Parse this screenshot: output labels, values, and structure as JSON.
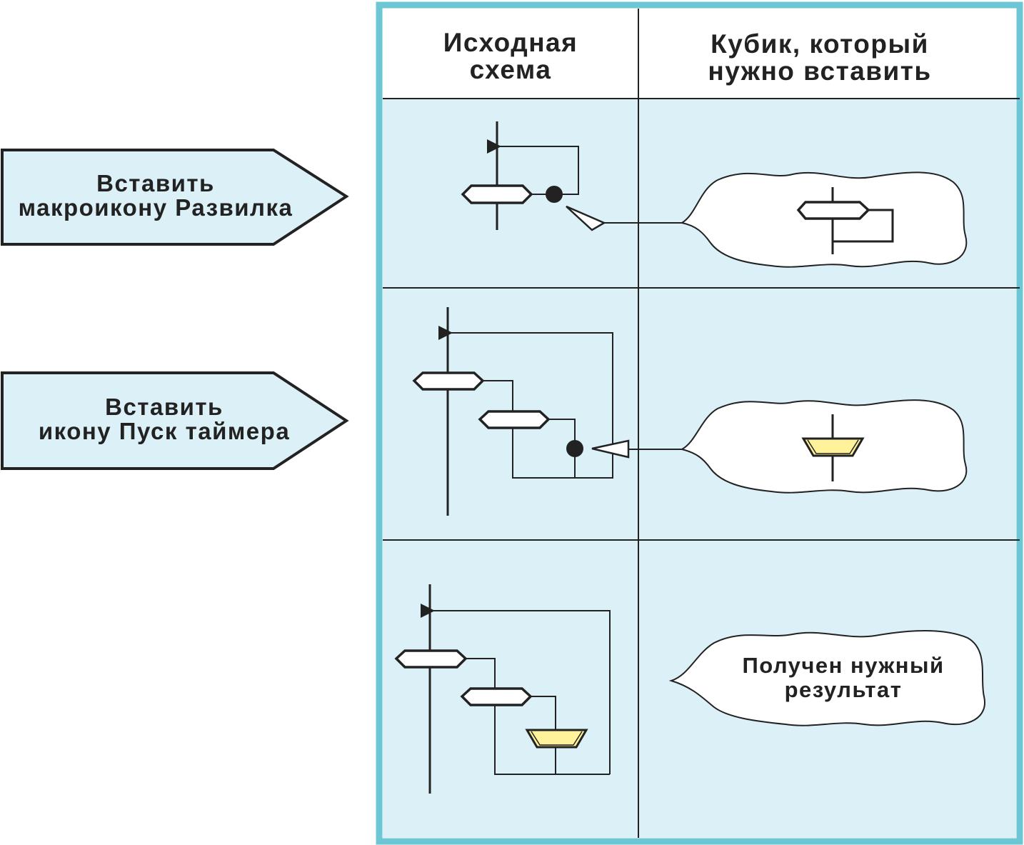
{
  "table": {
    "header_left": [
      "Исходная",
      "схема"
    ],
    "header_right": [
      "Кубик, который",
      "нужно вставить"
    ]
  },
  "steps": [
    {
      "label": [
        "Вставить",
        "макроикону Развилка"
      ]
    },
    {
      "label": [
        "Вставить",
        "икону Пуск таймера"
      ]
    }
  ],
  "result": {
    "text": [
      "Получен нужный",
      "результат"
    ]
  },
  "colors": {
    "frame": "#6cc6d3",
    "cell_fill": "#dcf0f7",
    "step_fill": "#dcf0f7",
    "timer_fill": "#fff29a",
    "line": "#222222"
  }
}
